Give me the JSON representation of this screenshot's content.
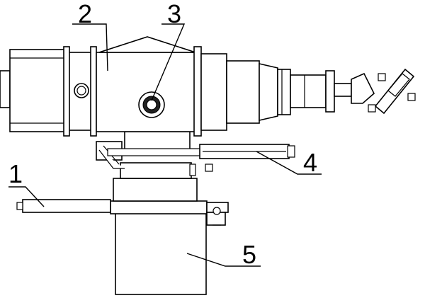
{
  "labels": {
    "part1": "1",
    "part2": "2",
    "part3": "3",
    "part4": "4",
    "part5": "5"
  }
}
